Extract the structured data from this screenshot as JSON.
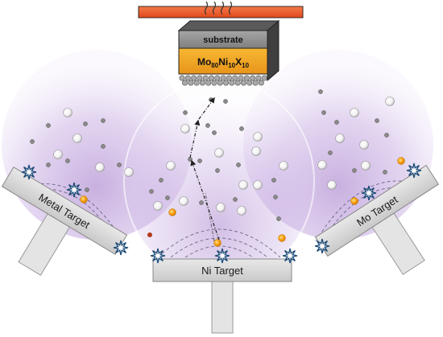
{
  "substrate": {
    "top_label": "substrate",
    "film_base": "Mo",
    "film_sub1": "80",
    "film_mid1": "Ni",
    "film_sub2": "10",
    "film_mid2": "X",
    "film_sub3": "10"
  },
  "targets": {
    "left": "Metal Target",
    "center": "Ni Target",
    "right": "Mo Target"
  },
  "colors": {
    "heater": "#f05a28",
    "plasma": "#9b6fc6",
    "film": "#f5a623",
    "substrate": "#8c8c8c",
    "target": "#d9d9d9",
    "flash": "#1f4e79",
    "atom_gray": "#8a8a8a",
    "atom_orange": "#f59e0b",
    "atom_red": "#b23a1c"
  }
}
